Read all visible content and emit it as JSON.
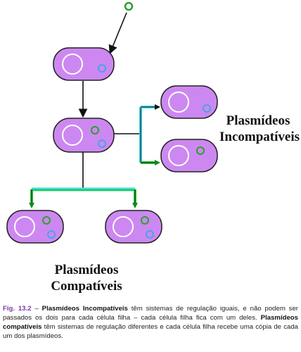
{
  "labels": {
    "incompatible_line1": "Plasmídeos",
    "incompatible_line2": "Incompatíveis",
    "compatible_line1": "Plasmídeos",
    "compatible_line2": "Compatíveis"
  },
  "caption": {
    "fig_ref": "Fig. 13.2",
    "dash": " – ",
    "incompat_term": "Plasmídeos Incompatíveis",
    "incompat_text": " têm sistemas de regulação iguais, e não podem ser passados os dois para cada célula filha – cada célula filha fica com um deles. ",
    "compat_term": "Plasmídeos compatíveis",
    "compat_text": " têm sistemas de regulação diferentes e cada célula filha recebe uma cópia de cada um dos plasmídeos."
  },
  "colors": {
    "cell_fill": "#cc88f0",
    "cell_stroke": "#222222",
    "plasmid_green": "#2ca02c",
    "plasmid_blue": "#4aa3e8",
    "arrow_cyan": "#3ad8e8",
    "arrow_green": "#22cc33",
    "arrow_black": "#111111"
  },
  "icons": [
    "cell-icon",
    "nucleoid-icon",
    "plasmid-icon",
    "arrow-icon"
  ]
}
